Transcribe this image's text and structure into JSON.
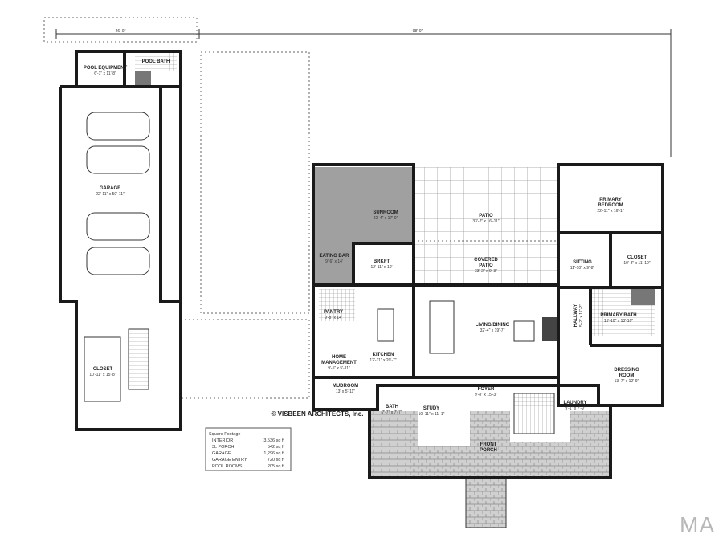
{
  "dimensions": {
    "garage_wing_width": "26'-0\"",
    "overall_width": "98'-0\""
  },
  "rooms": {
    "pool_equipment": {
      "name": "POOL EQUIPMENT",
      "size": "6'-1\" x 11'-8\""
    },
    "pool_bath": {
      "name": "POOL BATH",
      "size": ""
    },
    "garage": {
      "name": "GARAGE",
      "size": "22'-11\" x 50'-11\""
    },
    "garage_closet": {
      "name": "CLOSET",
      "size": "10'-11\" x 15'-8\""
    },
    "sunroom": {
      "name": "SUNROOM",
      "size": "22'-4\" x 17'-0\""
    },
    "eating_bar": {
      "name": "EATING BAR",
      "size": "9'-6\" x 14'"
    },
    "brkft": {
      "name": "BRKFT",
      "size": "12'-11\" x 10'"
    },
    "patio": {
      "name": "PATIO",
      "size": "33'-2\" x 16'-11\""
    },
    "covered_patio": {
      "name": "COVERED",
      "name2": "PATIO",
      "size": "33'-2\" x 9'-3\""
    },
    "primary_bedroom": {
      "name": "PRIMARY",
      "name2": "BEDROOM",
      "size": "22'-11\" x 16'-1\""
    },
    "sitting": {
      "name": "SITTING",
      "size": "11'-10\" x 9'-8\""
    },
    "primary_closet": {
      "name": "CLOSET",
      "size": "10'-8\" x 11'-10\""
    },
    "hallway": {
      "name": "HALLWAY",
      "size": "5'-2\" x 17'-2\""
    },
    "primary_bath": {
      "name": "PRIMARY BATH",
      "size": "15'-10\" x 13'-10\""
    },
    "dressing_room": {
      "name": "DRESSING",
      "name2": "ROOM",
      "size": "13'-7\" x 12'-9\""
    },
    "pantry": {
      "name": "PANTRY",
      "size": "9'-8\" x 14'"
    },
    "kitchen": {
      "name": "KITCHEN",
      "size": "12'-11\" x 20'-7\""
    },
    "home_management": {
      "name": "HOME",
      "name2": "MANAGEMENT",
      "size": "9'-5\" x 5'-11\""
    },
    "living_dining": {
      "name": "LIVING/DINING",
      "size": "32'-4\" x 19'-7\""
    },
    "mudroom": {
      "name": "MUDROOM",
      "size": "13' x 5'-11\""
    },
    "foyer": {
      "name": "FOYER",
      "size": "9'-8\" x 15'-3\""
    },
    "bath": {
      "name": "BATH",
      "size": "7'-7\" x 7'-7\""
    },
    "study": {
      "name": "STUDY",
      "size": "10'-11\" x 11'-1\""
    },
    "laundry": {
      "name": "LAUNDRY",
      "size": "9'-1\" x 7'-9\""
    },
    "front_porch": {
      "name": "FRONT",
      "name2": "PORCH"
    }
  },
  "copyright": "© VISBEEN ARCHITECTS, Inc.",
  "square_footage": {
    "title": "Square Footage",
    "rows": [
      {
        "label": "INTERIOR",
        "value": "3,536 sq ft"
      },
      {
        "label": "3L PORCH",
        "value": "542 sq ft"
      },
      {
        "label": "GARAGE",
        "value": "1,296 sq ft"
      },
      {
        "label": "GARAGE ENTRY",
        "value": "720 sq ft"
      },
      {
        "label": "POOL ROOMS",
        "value": "205 sq ft"
      }
    ]
  },
  "watermark": "MA",
  "colors": {
    "wall": "#1a1a1a",
    "shaded_room": "#9a9a9a",
    "stone": "#c8c8c8"
  }
}
